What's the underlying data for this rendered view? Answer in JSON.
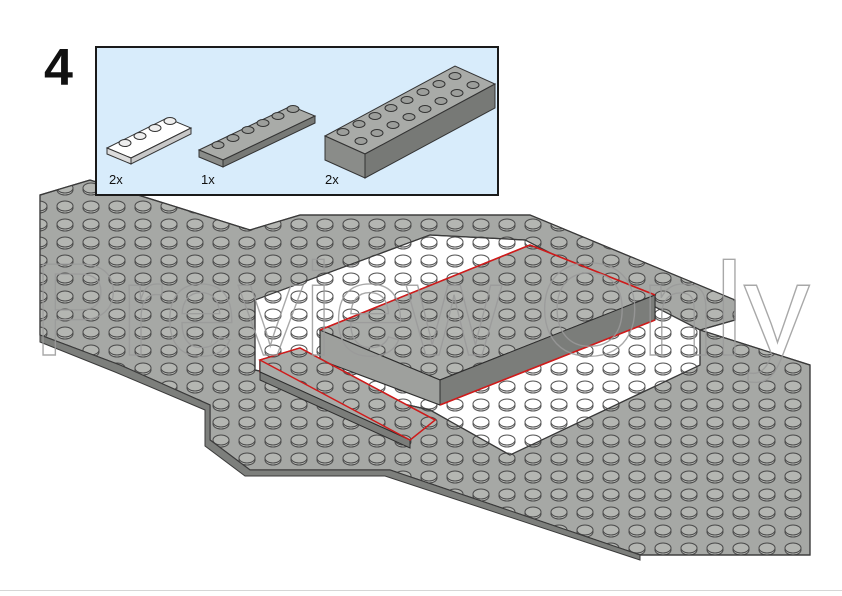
{
  "step": {
    "number": "4"
  },
  "parts": [
    {
      "qty": "2x",
      "color": "white",
      "description": "1x4 plate"
    },
    {
      "qty": "1x",
      "color": "light-bluish-gray",
      "description": "1x6 plate"
    },
    {
      "qty": "2x",
      "color": "light-bluish-gray",
      "description": "2x8 brick"
    }
  ],
  "watermark": {
    "text": "Preview Only"
  },
  "colors": {
    "parts_panel_bg": "#d8ecfb",
    "gray_part": "#a8aaa7",
    "white_part": "#ffffff",
    "highlight": "#d11a1a"
  }
}
